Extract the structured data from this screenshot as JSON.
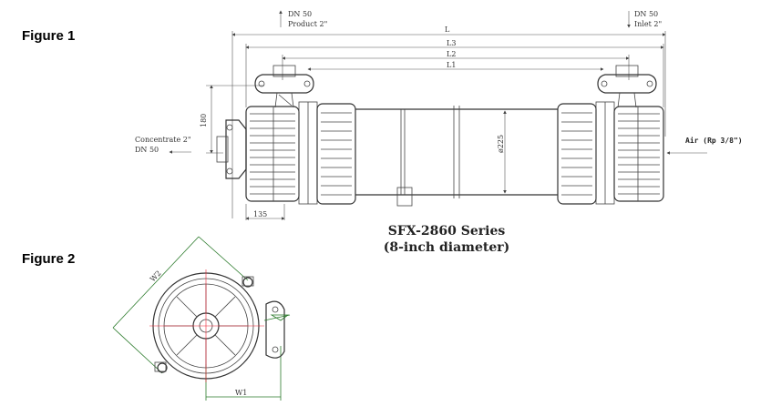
{
  "figures": {
    "figure1_label": "Figure 1",
    "figure2_label": "Figure 2"
  },
  "caption": {
    "title": "SFX-2860 Series",
    "subtitle": "(8-inch diameter)"
  },
  "ports": {
    "product_dn": "DN 50",
    "product_size": "Product 2\"",
    "inlet_dn": "DN 50",
    "inlet_size": "Inlet 2\"",
    "concentrate_size": "Concentrate 2\"",
    "concentrate_dn": "DN 50",
    "air": "Air (Rp 3/8\")"
  },
  "dimensions": {
    "L": "L",
    "L3": "L3",
    "L2": "L2",
    "L1": "L1",
    "height_180": "180",
    "width_135": "135",
    "diameter": "ø225",
    "W1": "W1",
    "W2": "W2"
  },
  "colors": {
    "line": "#444444",
    "green": "#2a7a2a",
    "red": "#ee2233"
  }
}
